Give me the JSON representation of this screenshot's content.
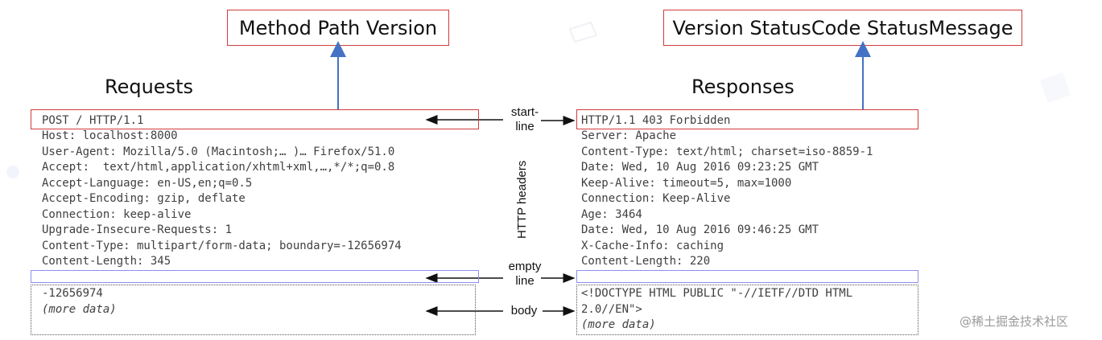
{
  "callouts": {
    "left": "Method Path Version",
    "right": "Version StatusCode StatusMessage"
  },
  "headings": {
    "requests": "Requests",
    "responses": "Responses"
  },
  "labels": {
    "start_line_1": "start-",
    "start_line_2": "line",
    "http_headers": "HTTP headers",
    "empty_line_1": "empty",
    "empty_line_2": "line",
    "body": "body"
  },
  "request": {
    "start_line": "POST / HTTP/1.1",
    "headers": [
      "Host: localhost:8000",
      "User-Agent: Mozilla/5.0 (Macintosh;… )… Firefox/51.0",
      "Accept:  text/html,application/xhtml+xml,…,*/*;q=0.8",
      "Accept-Language: en-US,en;q=0.5",
      "Accept-Encoding: gzip, deflate",
      "Connection: keep-alive",
      "Upgrade-Insecure-Requests: 1",
      "Content-Type: multipart/form-data; boundary=-12656974",
      "Content-Length: 345"
    ],
    "body_lines": [
      "-12656974",
      "(more data)"
    ]
  },
  "response": {
    "start_line": "HTTP/1.1 403 Forbidden",
    "headers": [
      "Server: Apache",
      "Content-Type: text/html; charset=iso-8859-1",
      "Date: Wed, 10 Aug 2016 09:23:25 GMT",
      "Keep-Alive: timeout=5, max=1000",
      "Connection: Keep-Alive",
      "Age: 3464",
      "Date: Wed, 10 Aug 2016 09:46:25 GMT",
      "X-Cache-Info: caching",
      "Content-Length: 220"
    ],
    "body_lines": [
      "<!DOCTYPE HTML PUBLIC \"-//IETF//DTD HTML",
      "2.0//EN\">",
      "(more data)"
    ]
  },
  "watermark": "@稀土掘金技术社区",
  "colors": {
    "red_box": "#d13b3b",
    "blue_arrow": "#4472c4",
    "empty_line_box": "#8d8ff0",
    "text_gray": "#3f3f3f"
  }
}
